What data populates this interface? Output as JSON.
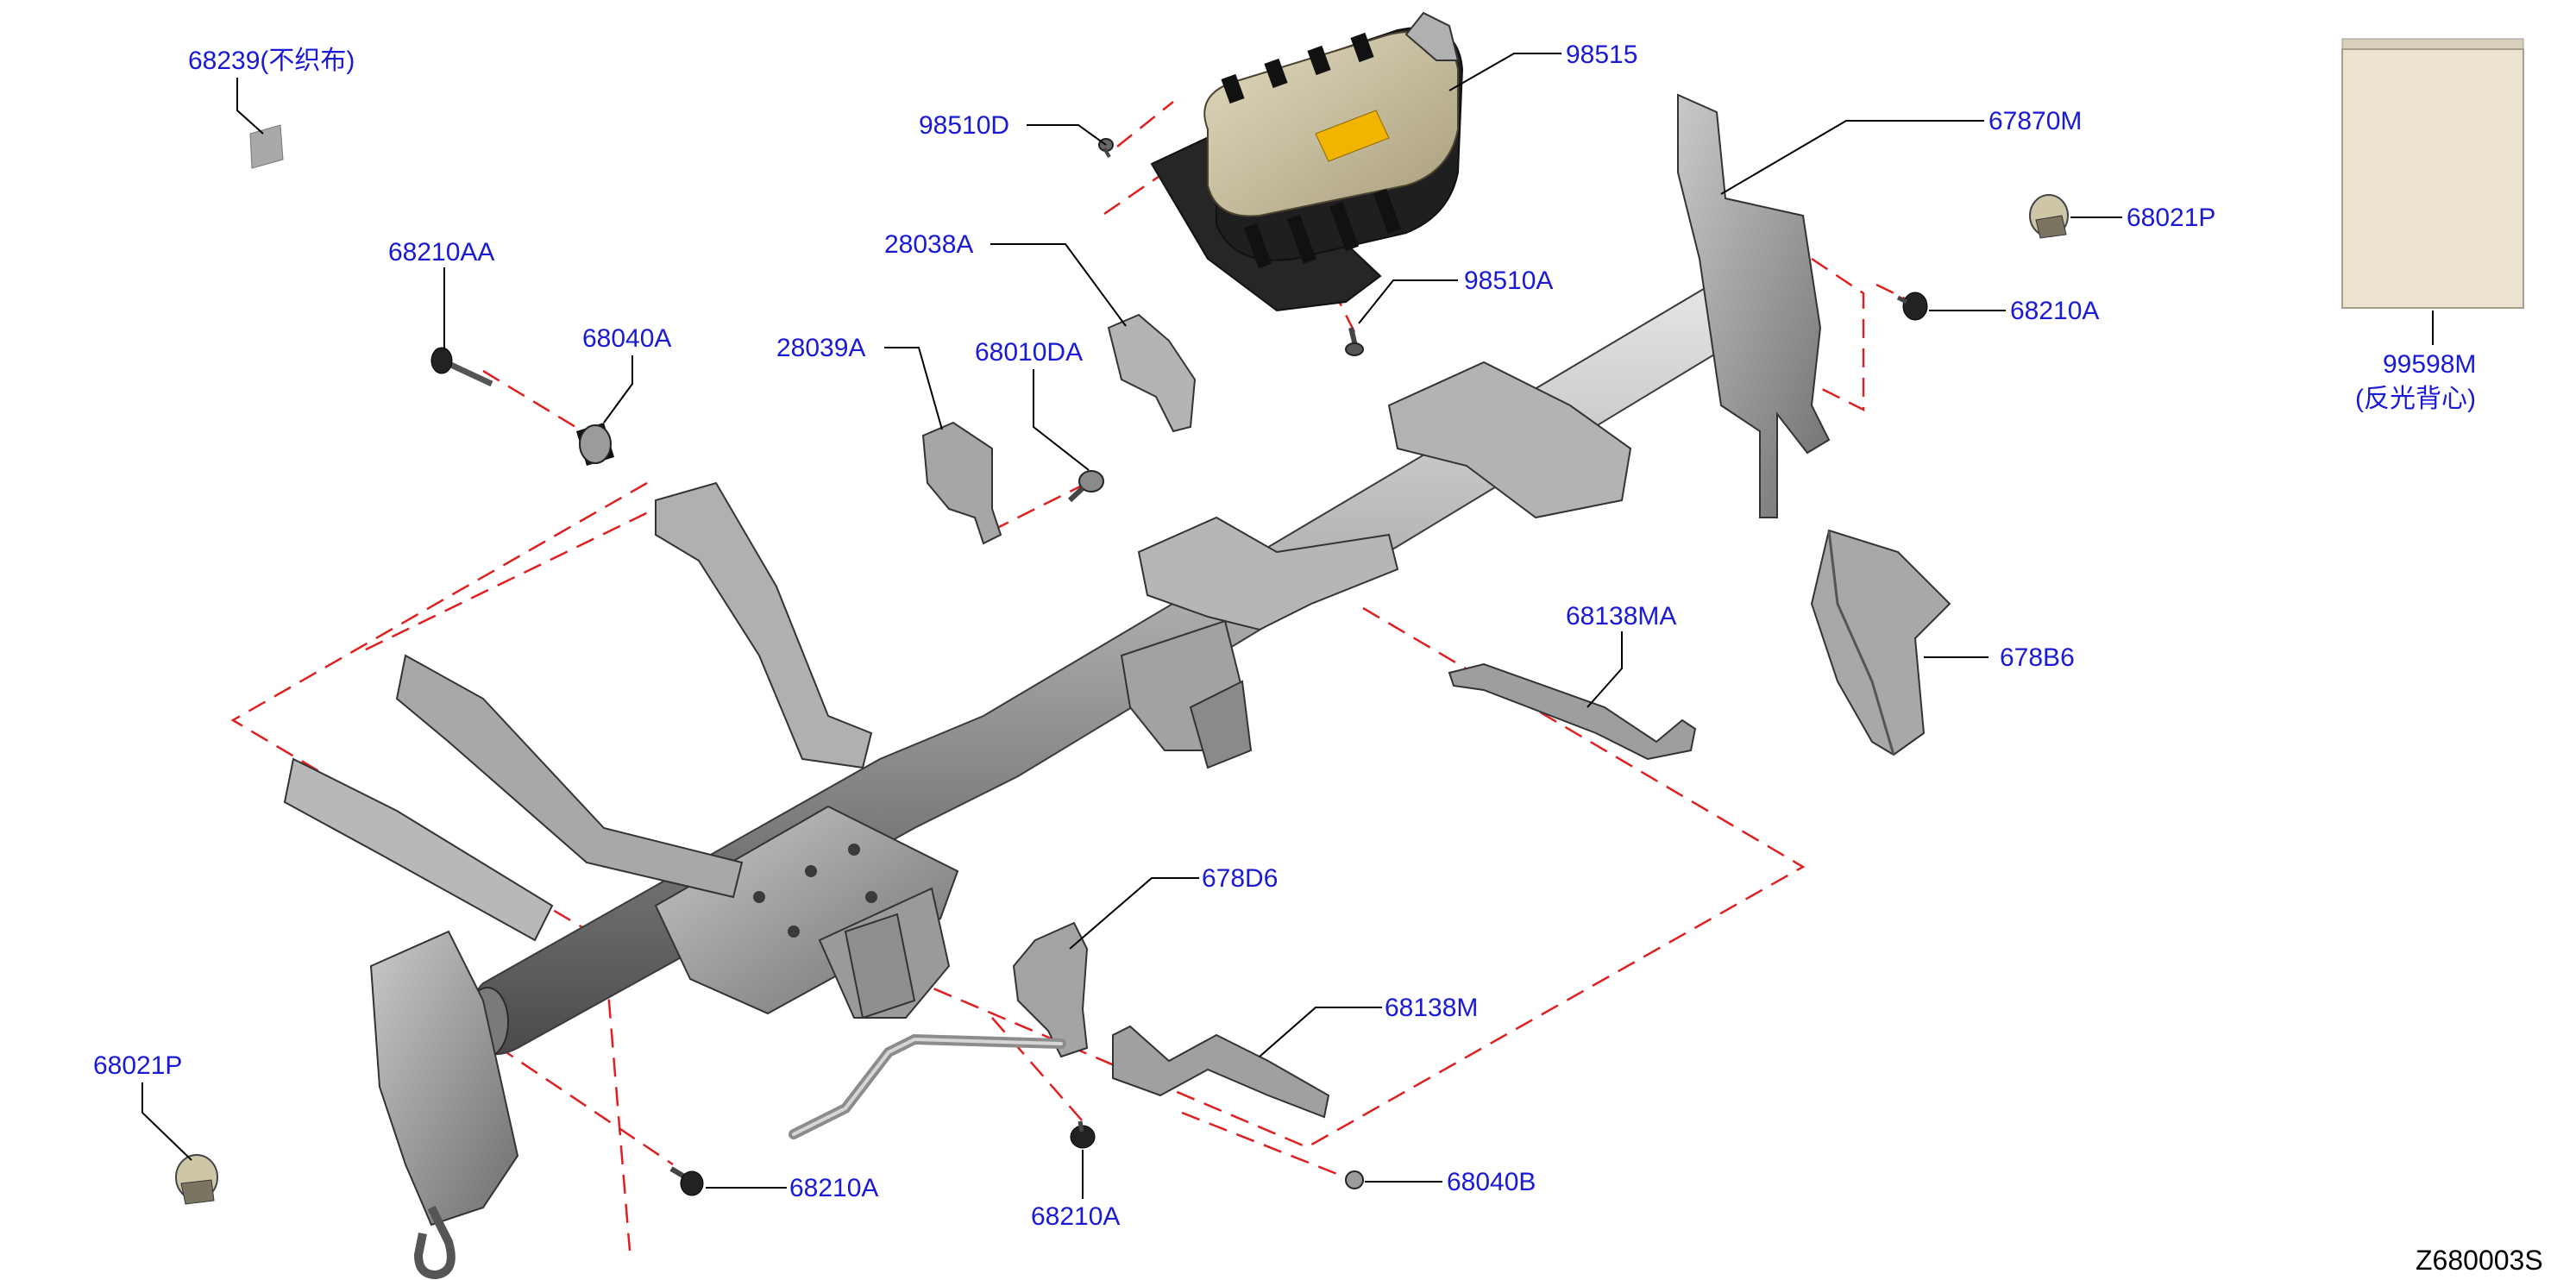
{
  "diagram_code": "Z680003S",
  "colors": {
    "label": "#1a1ad6",
    "leader": "#000000",
    "dash": "#e02020",
    "metal": "#9a9a9a",
    "metal_dark": "#4f4f4f",
    "airbag": "#cbc09e",
    "airbag_tag": "#f3b400",
    "panel": "#ebe3cf"
  },
  "labels": {
    "p68239": "68239(不织布)",
    "p98515": "98515",
    "p98510D": "98510D",
    "p67870M": "67870M",
    "p68021P_top": "68021P",
    "p68210AA": "68210AA",
    "p68040A": "68040A",
    "p28038A": "28038A",
    "p98510A": "98510A",
    "p68210A_right": "68210A",
    "p28039A": "28039A",
    "p68010DA": "68010DA",
    "p99598M": "99598M",
    "p99598M_sub": "(反光背心)",
    "p68138MA": "68138MA",
    "p678B6": "678B6",
    "p678D6": "678D6",
    "p68138M": "68138M",
    "p68021P_bottom": "68021P",
    "p68210A_bottom_left": "68210A",
    "p68210A_bottom_center": "68210A",
    "p68040B": "68040B"
  }
}
